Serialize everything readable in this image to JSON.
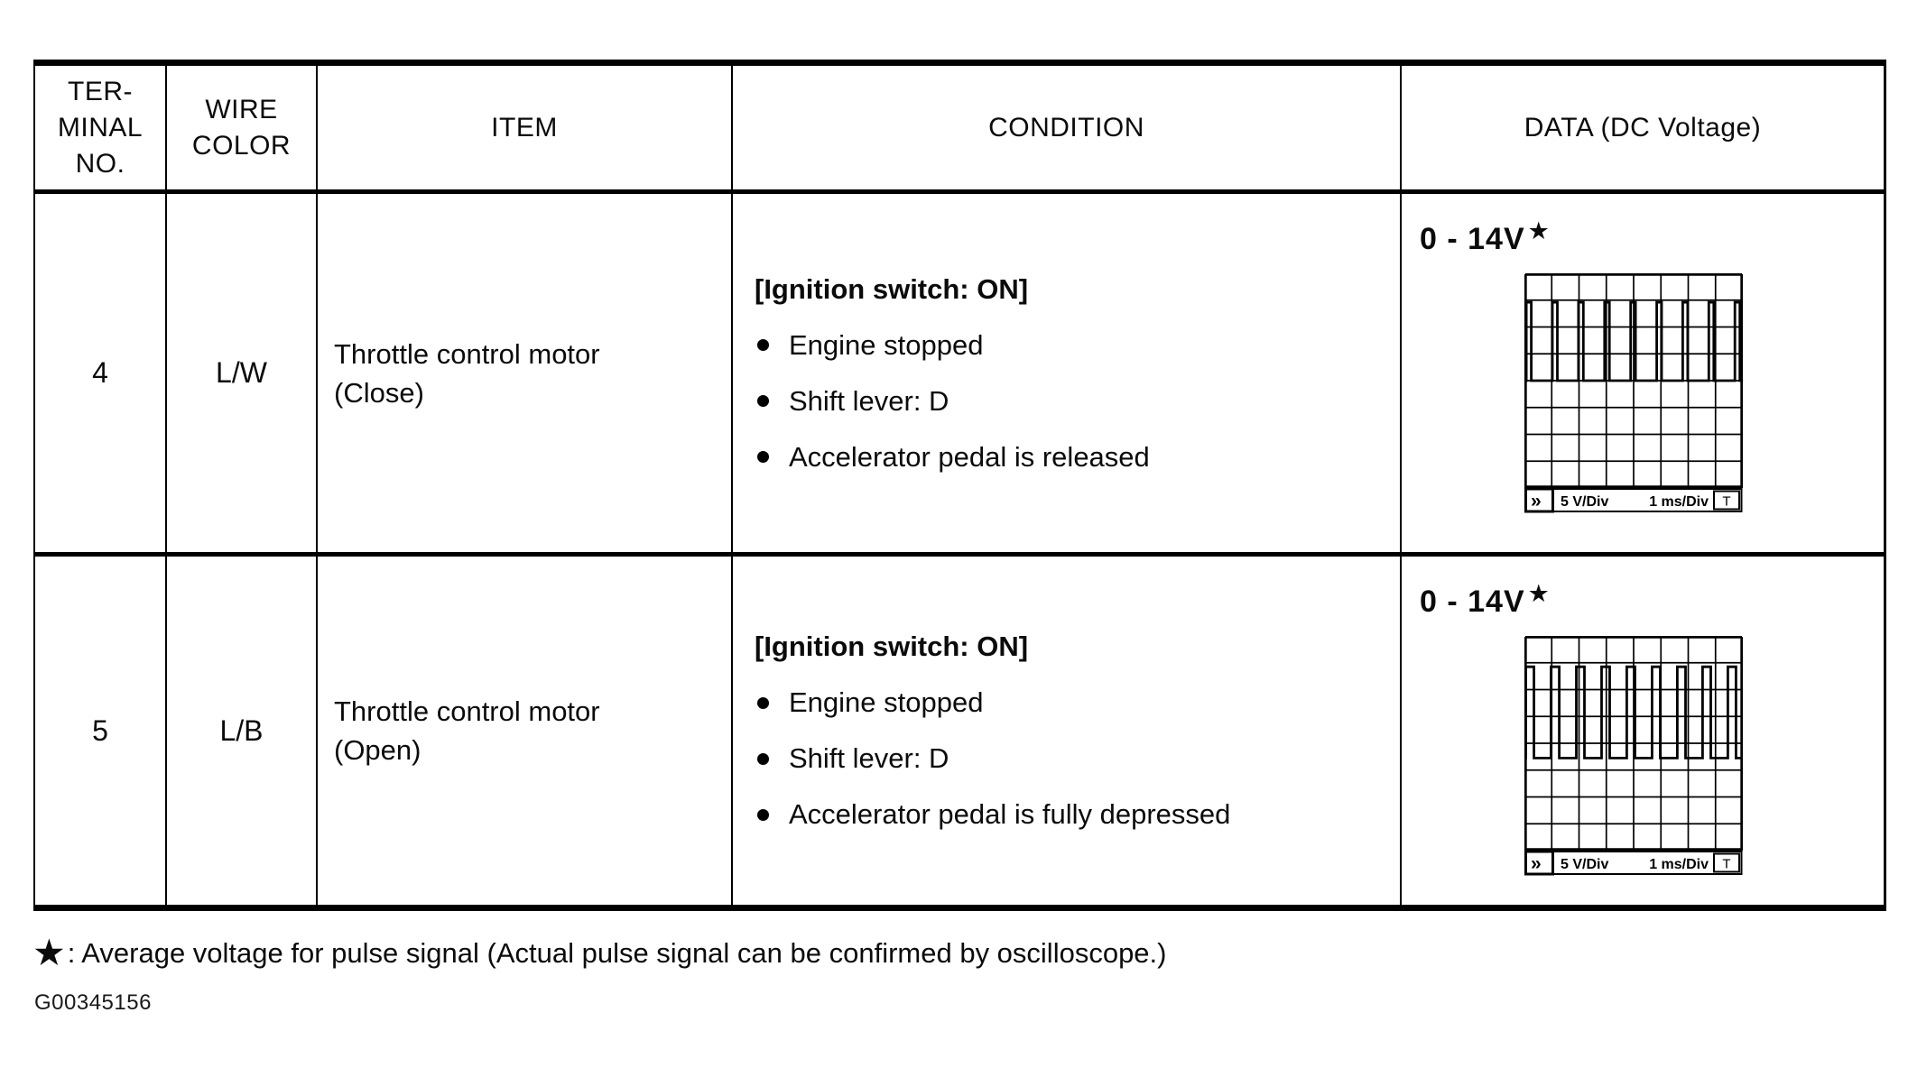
{
  "table": {
    "header": {
      "terminal_lines": [
        "TER-",
        "MINAL",
        "NO."
      ],
      "wire_lines": [
        "WIRE",
        "COLOR"
      ],
      "item": "ITEM",
      "condition": "CONDITION",
      "data": "DATA (DC Voltage)"
    },
    "rows": [
      {
        "terminal_no": "4",
        "wire_color": "L/W",
        "item_lines": [
          "Throttle control motor",
          "(Close)"
        ],
        "condition_header": "[Ignition switch: ON]",
        "conditions": [
          "Engine stopped",
          "Shift lever: D",
          "Accelerator pedal is released"
        ],
        "data_voltage": "0 - 14V",
        "data_note_symbol": "★",
        "scope": {
          "type": "pulse_waveform",
          "v_per_div": "5 V/Div",
          "time_per_div": "1 ms/Div",
          "trigger_label": "T",
          "marker": "»",
          "grid_cols": 8,
          "grid_rows": 8,
          "baseline_div": 4.0,
          "top_div": 1.08,
          "pulse_start_div": 0.07,
          "pulse_period_div": 0.955,
          "pulse_width_div": 0.18,
          "pulse_count": 9
        }
      },
      {
        "terminal_no": "5",
        "wire_color": "L/B",
        "item_lines": [
          "Throttle control motor",
          "(Open)"
        ],
        "condition_header": "[Ignition switch: ON]",
        "conditions": [
          "Engine stopped",
          "Shift lever: D",
          "Accelerator pedal is fully depressed"
        ],
        "data_voltage": "0 - 14V",
        "data_note_symbol": "★",
        "scope": {
          "type": "pulse_waveform",
          "v_per_div": "5 V/Div",
          "time_per_div": "1 ms/Div",
          "trigger_label": "T",
          "marker": "»",
          "grid_cols": 8,
          "grid_rows": 8,
          "baseline_div": 4.55,
          "top_div": 1.15,
          "pulse_start_div": 0.05,
          "pulse_period_div": 0.925,
          "pulse_width_div": 0.3,
          "pulse_count": 9
        }
      }
    ]
  },
  "footnote": {
    "star": "★",
    "text": ": Average voltage for pulse signal (Actual pulse signal can be confirmed by oscilloscope.)"
  },
  "figure_id": "G00345156"
}
